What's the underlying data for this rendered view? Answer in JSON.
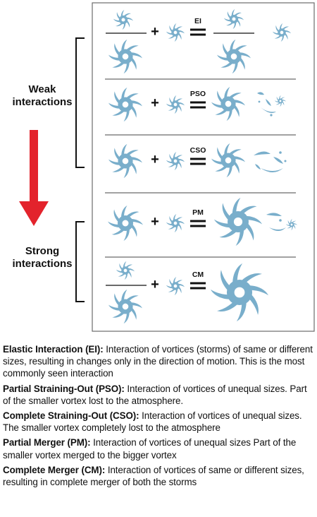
{
  "labels": {
    "weak": "Weak\ninteractions",
    "strong": "Strong\ninteractions"
  },
  "rows": [
    {
      "code": "EI"
    },
    {
      "code": "PSO"
    },
    {
      "code": "CSO"
    },
    {
      "code": "PM"
    },
    {
      "code": "CM"
    }
  ],
  "legend": [
    {
      "term": "Elastic Interaction (EI):",
      "text": " Interaction of vortices (storms) of same or different sizes, resulting in changes only in the direction of motion. This is the most commonly seen interaction"
    },
    {
      "term": "Partial Straining-Out (PSO):",
      "text": " Interaction of vortices of unequal sizes. Part of the smaller vortex lost to the atmosphere."
    },
    {
      "term": "Complete Straining-Out (CSO):",
      "text": " Interaction of vortices of unequal sizes. The smaller vortex completely lost to the atmosphere"
    },
    {
      "term": "Partial Merger (PM):",
      "text": " Interaction of vortices of unequal sizes Part of the smaller vortex merged to the bigger vortex"
    },
    {
      "term": "Complete Merger (CM):",
      "text": " Interaction of vortices of same or different sizes, resulting in complete merger of both the storms"
    }
  ],
  "colors": {
    "vortex": "#79aecb",
    "arrow": "#e3232c",
    "frame": "#6b6b6b"
  }
}
